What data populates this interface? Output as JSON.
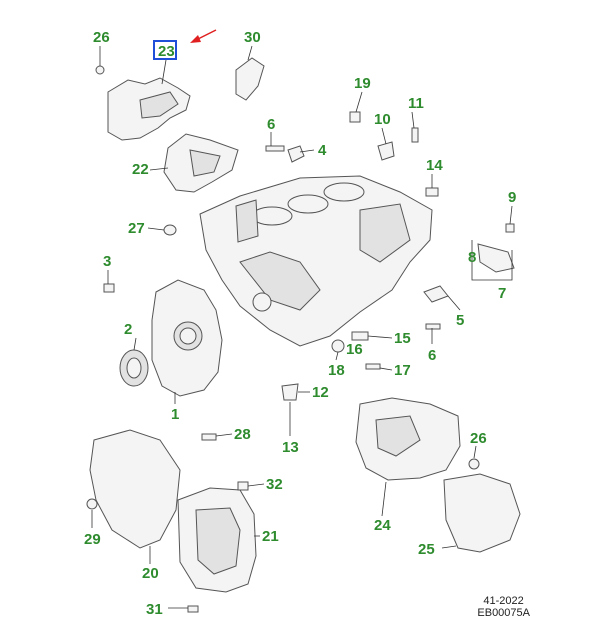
{
  "diagram": {
    "highlight_color": "#1f4fd8",
    "callout_color": "#2e8b2e",
    "arrow_color": "#e02020",
    "callouts": [
      {
        "id": "c26a",
        "label": "26"
      },
      {
        "id": "c23",
        "label": "23"
      },
      {
        "id": "c30",
        "label": "30"
      },
      {
        "id": "c19",
        "label": "19"
      },
      {
        "id": "c6a",
        "label": "6"
      },
      {
        "id": "c4",
        "label": "4"
      },
      {
        "id": "c10",
        "label": "10"
      },
      {
        "id": "c11",
        "label": "11"
      },
      {
        "id": "c22",
        "label": "22"
      },
      {
        "id": "c14",
        "label": "14"
      },
      {
        "id": "c9",
        "label": "9"
      },
      {
        "id": "c27",
        "label": "27"
      },
      {
        "id": "c8",
        "label": "8"
      },
      {
        "id": "c3",
        "label": "3"
      },
      {
        "id": "c7",
        "label": "7"
      },
      {
        "id": "c5",
        "label": "5"
      },
      {
        "id": "c2",
        "label": "2"
      },
      {
        "id": "c15",
        "label": "15"
      },
      {
        "id": "c16",
        "label": "16"
      },
      {
        "id": "c6b",
        "label": "6"
      },
      {
        "id": "c18",
        "label": "18"
      },
      {
        "id": "c17",
        "label": "17"
      },
      {
        "id": "c12",
        "label": "12"
      },
      {
        "id": "c1",
        "label": "1"
      },
      {
        "id": "c28",
        "label": "28"
      },
      {
        "id": "c13",
        "label": "13"
      },
      {
        "id": "c26b",
        "label": "26"
      },
      {
        "id": "c32",
        "label": "32"
      },
      {
        "id": "c24",
        "label": "24"
      },
      {
        "id": "c29",
        "label": "29"
      },
      {
        "id": "c21",
        "label": "21"
      },
      {
        "id": "c25",
        "label": "25"
      },
      {
        "id": "c20",
        "label": "20"
      },
      {
        "id": "c31",
        "label": "31"
      }
    ]
  },
  "footer": {
    "date_code": "41-2022",
    "drawing_id": "EB00075A"
  }
}
